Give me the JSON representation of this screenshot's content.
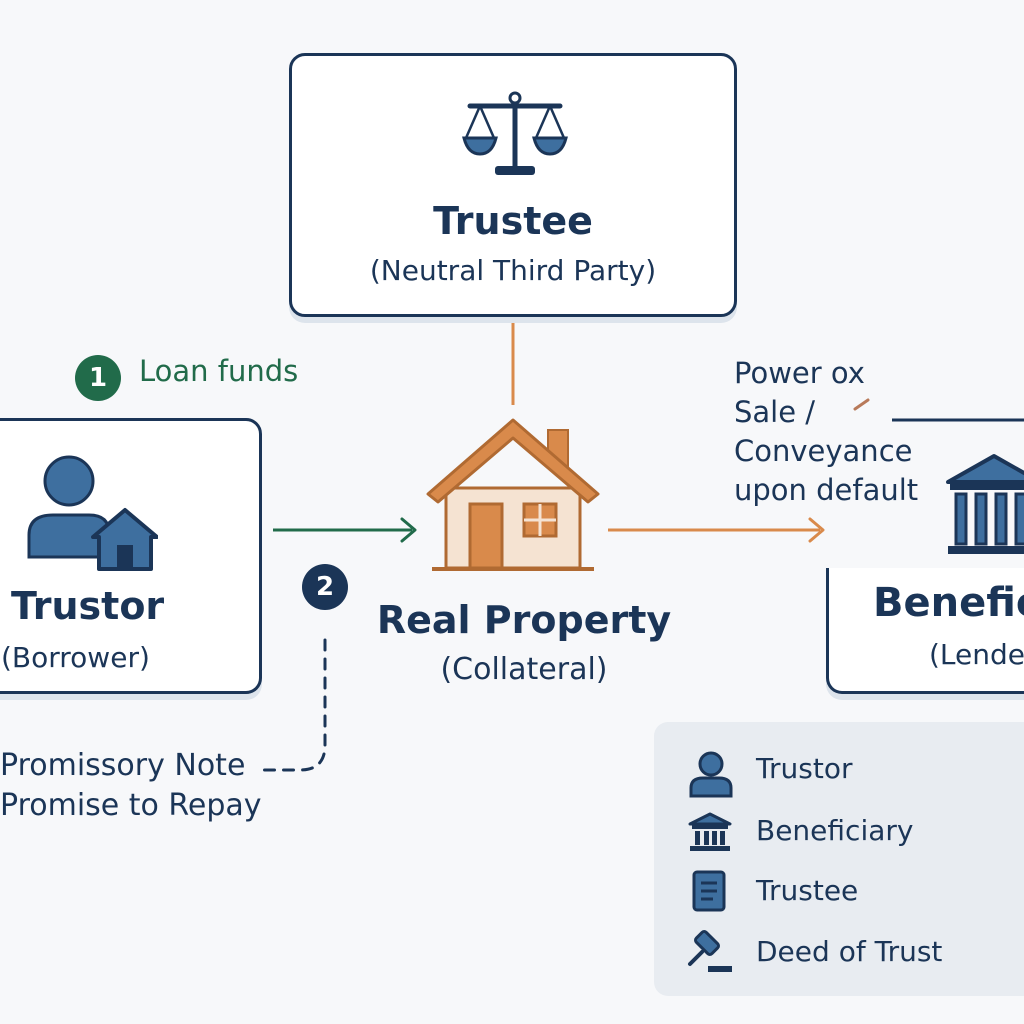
{
  "trustee": {
    "title": "Trustee",
    "subtitle": "(Neutral Third Party)"
  },
  "trustor": {
    "title": "Trustor",
    "subtitle": "(Borrower)"
  },
  "property": {
    "title": "Real Property",
    "subtitle": "(Collateral)"
  },
  "beneficiary": {
    "title": "Benefic",
    "subtitle": "(Lende"
  },
  "step1": {
    "number": "1",
    "label": "Loan funds",
    "color": "#216b4a"
  },
  "step2": {
    "number": "2",
    "color": "#1b3557"
  },
  "promissory_note": {
    "line1": "Promissory Note",
    "line2": "Promise to Repay"
  },
  "power_of_sale": {
    "line1": "Power ox",
    "line2": "Sale /",
    "line3": "Conveyance",
    "line4": "upon default"
  },
  "legend": {
    "items": [
      {
        "icon": "person-icon",
        "label": "Trustor"
      },
      {
        "icon": "bank-icon",
        "label": "Beneficiary"
      },
      {
        "icon": "document-icon",
        "label": "Trustee"
      },
      {
        "icon": "gavel-icon",
        "label": "Deed of Trust"
      }
    ]
  },
  "colors": {
    "navy": "#1b3557",
    "green": "#216b4a",
    "orange": "#d98a4b",
    "blue": "#3e6f9f"
  }
}
